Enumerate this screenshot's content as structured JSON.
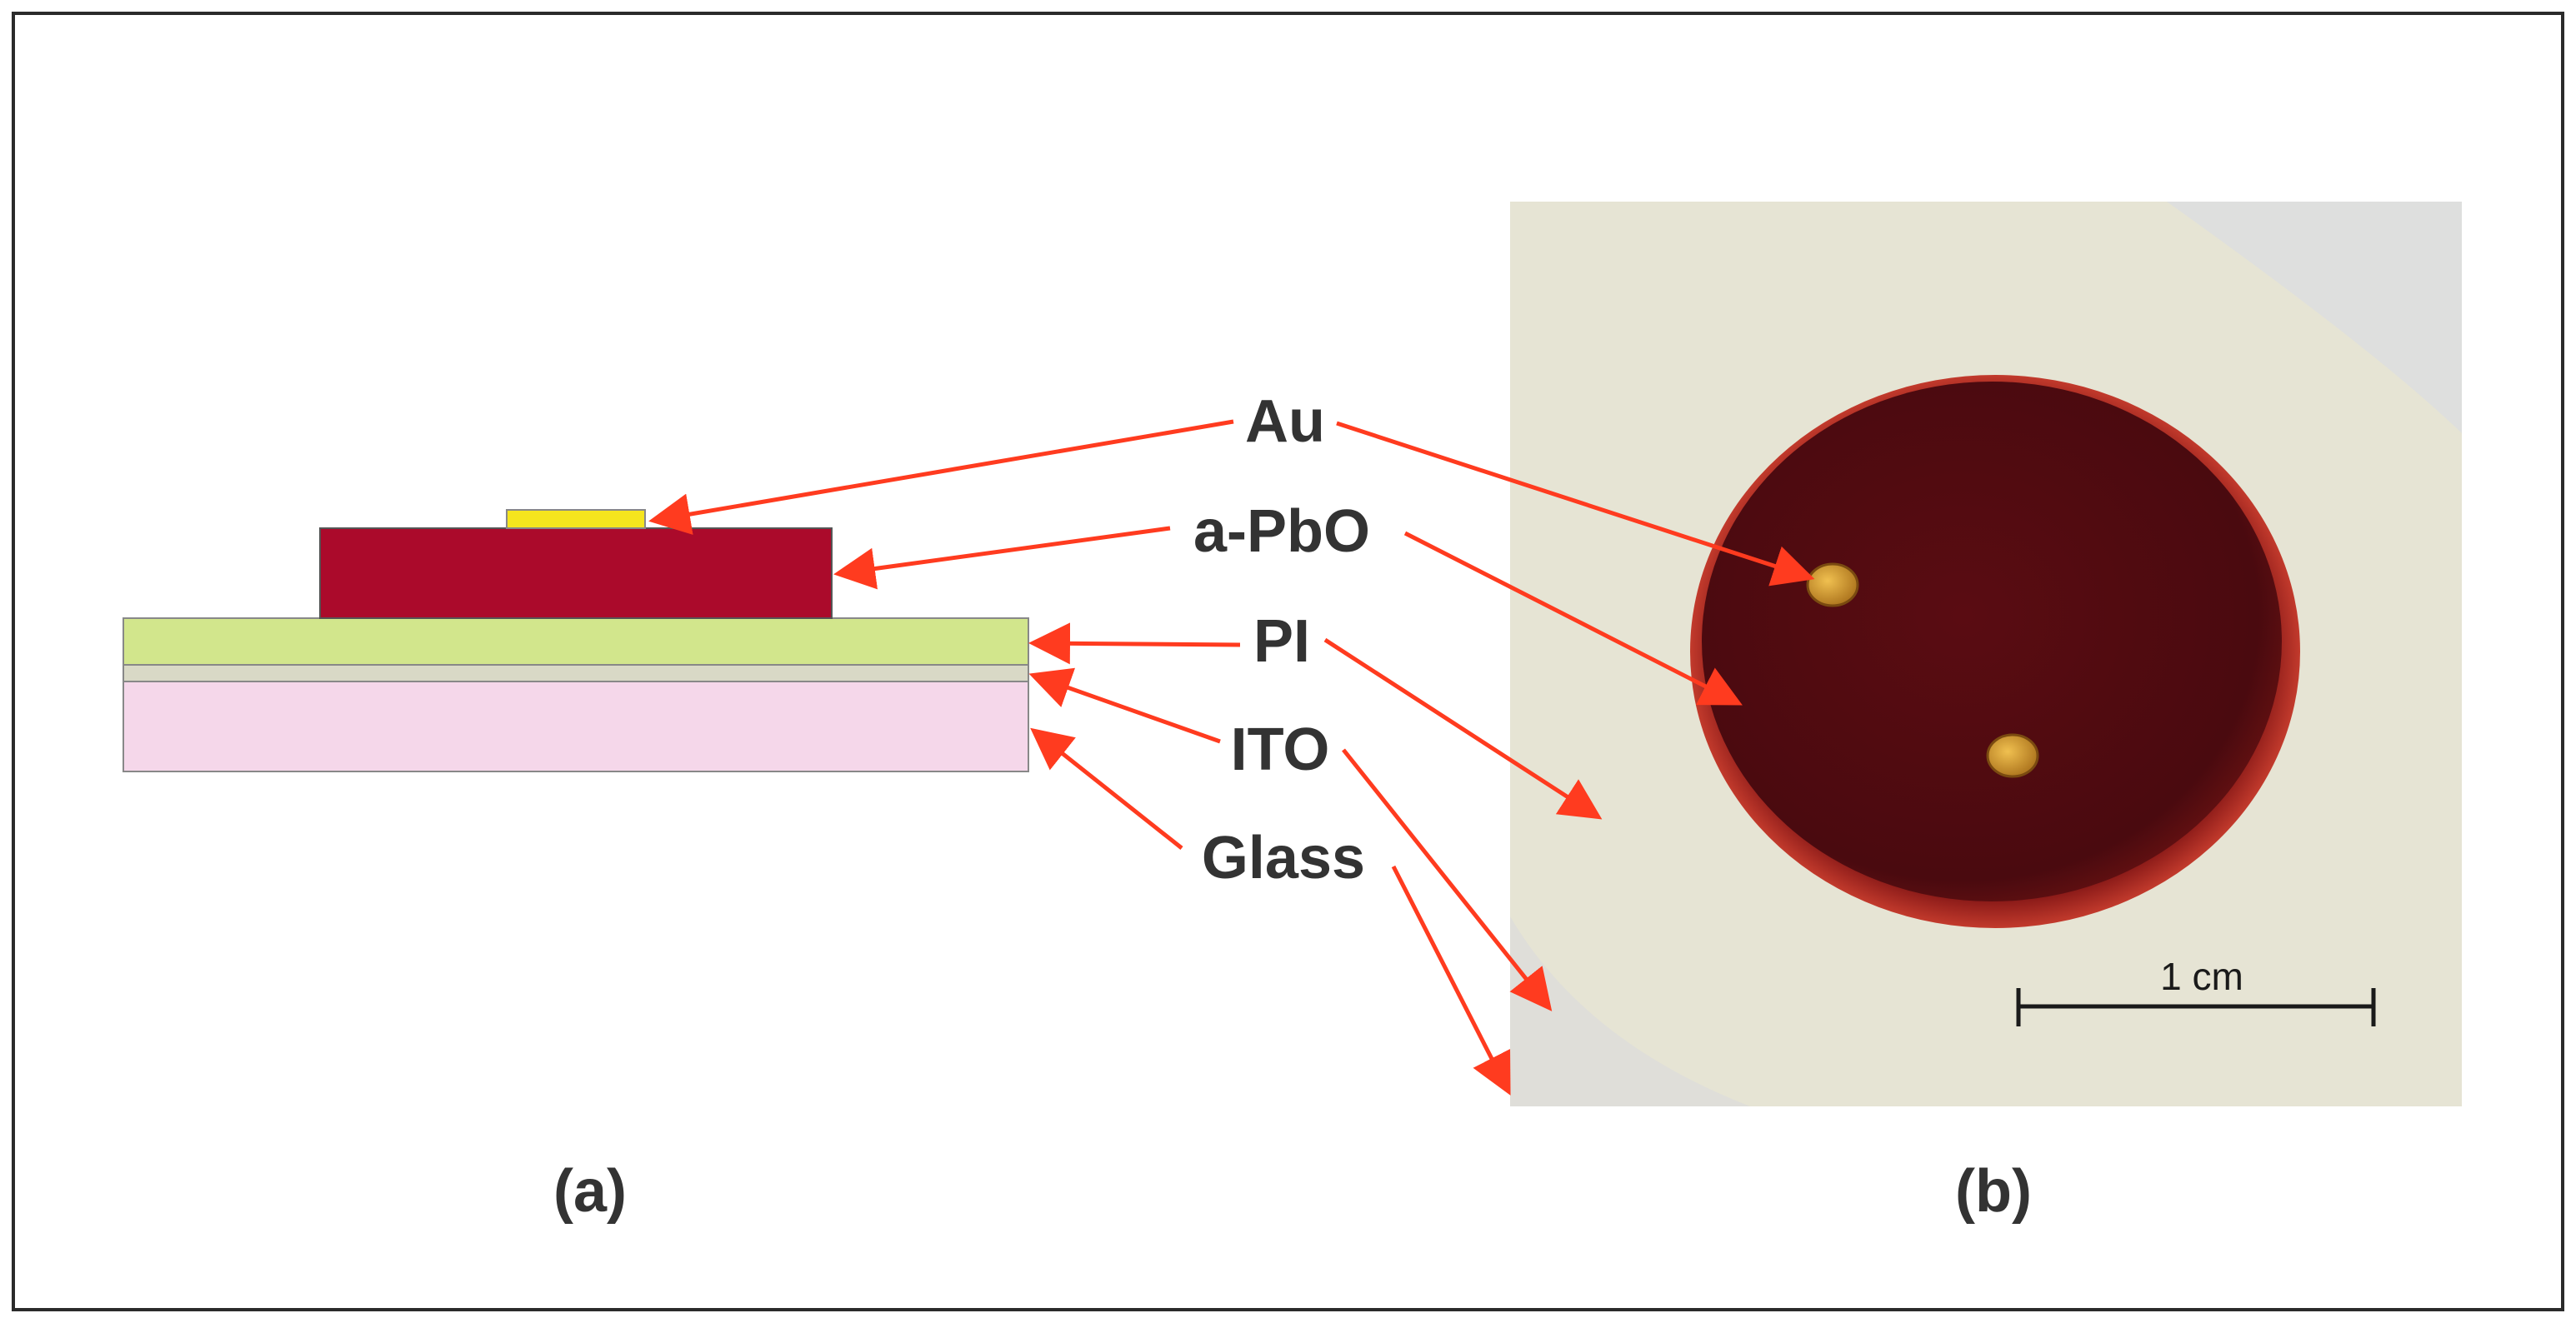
{
  "labels": {
    "au": "Au",
    "apbo": "a-PbO",
    "pi": "PI",
    "ito": "ITO",
    "glass": "Glass"
  },
  "panels": {
    "a": "(a)",
    "b": "(b)"
  },
  "scale_bar": {
    "label": "1 cm"
  },
  "colors": {
    "frame": "#2b2b2b",
    "arrow": "#ff3b1f",
    "label_text": "#333333",
    "au_layer": "#f5e51e",
    "apbo_layer": "#ab0a2b",
    "pi_layer": "#d2e68c",
    "ito_layer": "#d9d9c6",
    "glass_layer": "#f5d7ea",
    "photo_background": "#e6e4d4",
    "sample_disc": "#5a0e14",
    "sample_rim": "#a8251f",
    "gold_contact": "#d49a2a"
  }
}
